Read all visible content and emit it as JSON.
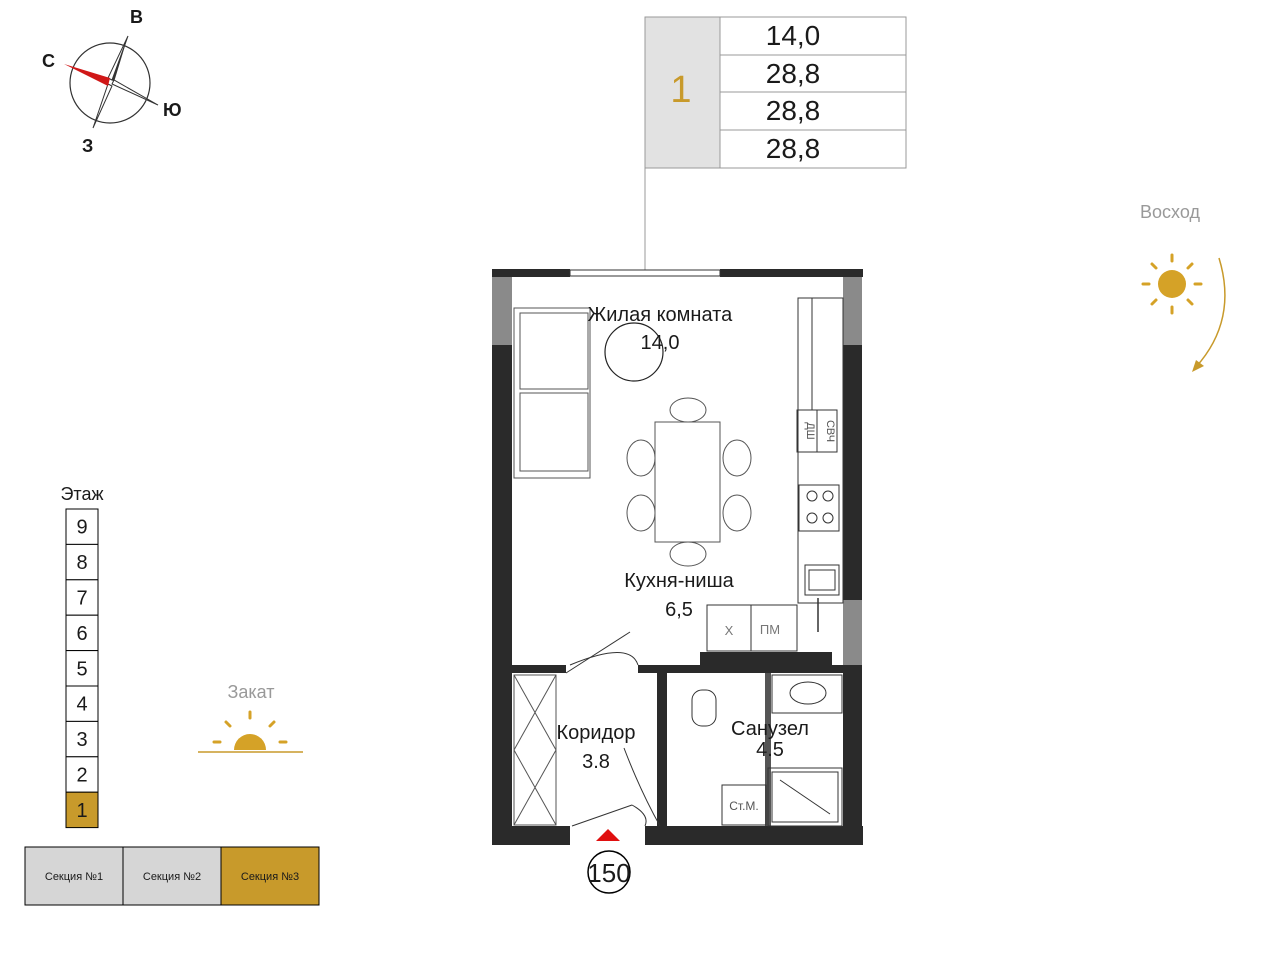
{
  "compass": {
    "north": "С",
    "east": "В",
    "south": "Ю",
    "west": "З"
  },
  "apartment": {
    "rooms_count": "1",
    "areas": [
      "14,0",
      "28,8",
      "28,8",
      "28,8"
    ]
  },
  "sunrise_label": "Восход",
  "sunset_label": "Закат",
  "floors": {
    "title": "Этаж",
    "items": [
      "9",
      "8",
      "7",
      "6",
      "5",
      "4",
      "3",
      "2",
      "1"
    ],
    "active": "1"
  },
  "sections": {
    "items": [
      "Секция №1",
      "Секция №2",
      "Секция №3"
    ],
    "active": "Секция №3"
  },
  "rooms": {
    "living": {
      "name": "Жилая комната",
      "area": "14,0"
    },
    "kitchen": {
      "name": "Кухня-ниша",
      "area": "6,5"
    },
    "corridor": {
      "name": "Коридор",
      "area": "3.8"
    },
    "bathroom": {
      "name": "Санузел",
      "area": "4.5"
    }
  },
  "fixtures": {
    "dishwasher": "ДШ",
    "microwave": "СВЧ",
    "fridge": "Х",
    "washer": "ПМ",
    "washing_machine": "Ст.М."
  },
  "apartment_number": "150",
  "colors": {
    "accent": "#c89a2b",
    "entry_marker": "#e01010",
    "compass_needle": "#d01818"
  }
}
